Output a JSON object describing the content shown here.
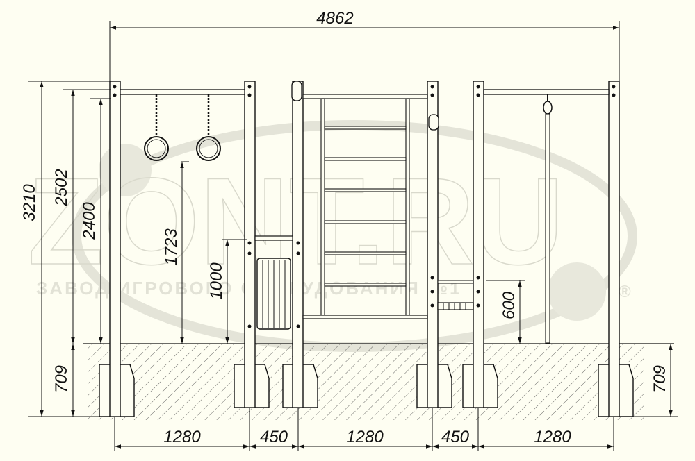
{
  "dimensions": {
    "overall_width": "4862",
    "total_height": "3210",
    "bar_height_left": "2502",
    "frame_height": "2400",
    "rings_height": "1723",
    "bench_height": "1000",
    "low_bar_height": "600",
    "depth_left": "709",
    "depth_right": "709",
    "span_1": "1280",
    "span_2": "450",
    "span_3": "1280",
    "span_4": "450",
    "span_5": "1280"
  },
  "watermark": {
    "logo_text": "ZONT.RU",
    "subtitle": "ЗАВОД ИГРОВОГО ОБОРУДОВАНИЯ №1",
    "registered": "®"
  },
  "colors": {
    "background": "#fefef2",
    "line": "#111111",
    "watermark": "#d9d9cc"
  }
}
